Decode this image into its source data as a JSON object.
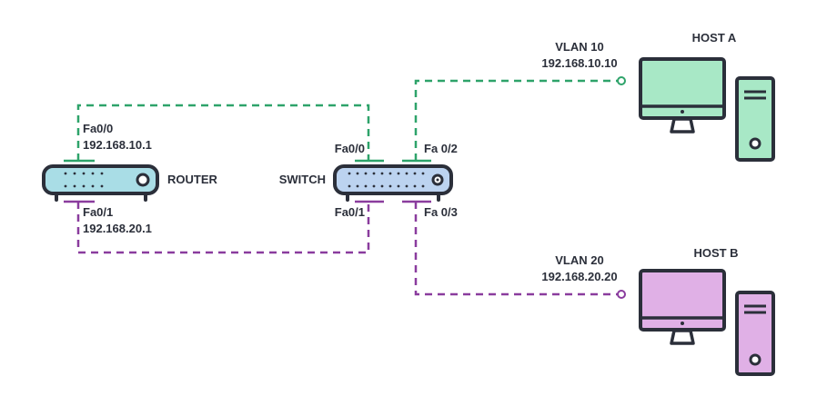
{
  "colors": {
    "outline": "#2b2f3a",
    "vlan10": "#2ea36a",
    "vlan20": "#8a3c9e",
    "router_fill": "#a9dde6",
    "switch_fill": "#bcd3f0",
    "host_a_fill": "#a8e8c6",
    "host_b_fill": "#e0b0e6"
  },
  "devices": {
    "router": {
      "label": "ROUTER",
      "icon": "router-icon"
    },
    "switch": {
      "label": "SWITCH",
      "icon": "switch-icon"
    },
    "host_a": {
      "label": "HOST A",
      "icon": "desktop-computer-icon"
    },
    "host_b": {
      "label": "HOST B",
      "icon": "desktop-computer-icon"
    }
  },
  "router_ports": {
    "fa00": {
      "name": "Fa0/0",
      "ip": "192.168.10.1"
    },
    "fa01": {
      "name": "Fa0/1",
      "ip": "192.168.20.1"
    }
  },
  "switch_ports": {
    "fa00": {
      "name": "Fa0/0"
    },
    "fa01": {
      "name": "Fa0/1"
    },
    "fa02": {
      "name": "Fa 0/2"
    },
    "fa03": {
      "name": "Fa 0/3"
    }
  },
  "vlans": {
    "vlan10": {
      "name": "VLAN 10",
      "subnet": "192.168.10.10"
    },
    "vlan20": {
      "name": "VLAN 20",
      "subnet": "192.168.20.20"
    }
  }
}
